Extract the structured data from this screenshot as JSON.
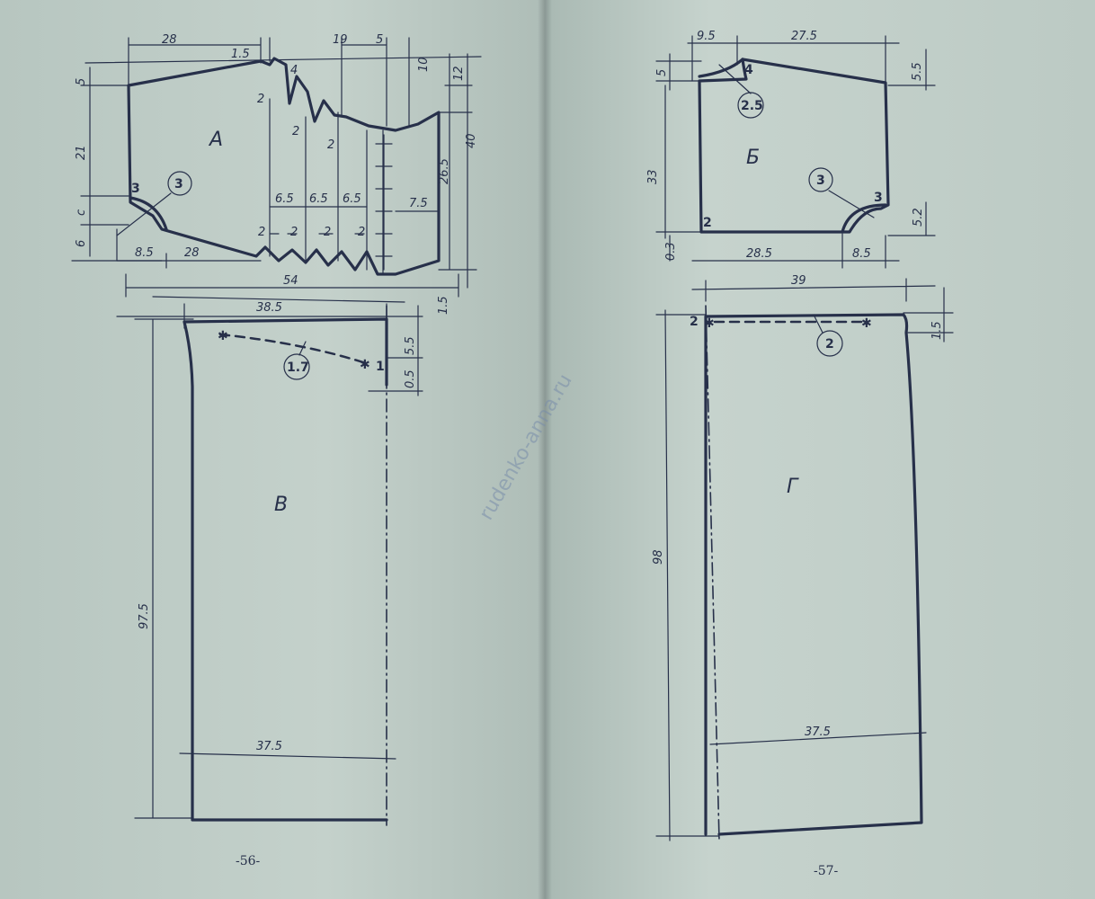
{
  "watermark": "rudenko-anna.ru",
  "pages": {
    "left_number": "-56-",
    "right_number": "-57-"
  },
  "pieces": {
    "A": {
      "letter": "А",
      "dims": {
        "top_left_width": "28",
        "top_small": "1.5",
        "top_mid": "19",
        "top_right": "5",
        "right_10": "10",
        "right_12": "12",
        "right_40": "40",
        "right_26": "26.5",
        "left_5": "5",
        "left_21": "21",
        "left_c": "c",
        "left_6": "6",
        "bottom_8_5": "8.5",
        "bottom_28": "28",
        "bottom_54": "54",
        "bottom_1_5": "1.5",
        "pleat_2a": "2",
        "pleat_2b": "2",
        "pleat_2c": "2",
        "pleat_6_5a": "6.5",
        "pleat_6_5b": "6.5",
        "pleat_6_5c": "6.5",
        "side_7_5": "7.5",
        "bot_2a": "2",
        "bot_2b": "2",
        "bot_2c": "2",
        "bot_2d": "2",
        "corner_3": "3",
        "top_4": "4"
      },
      "circle_label": "3"
    },
    "B": {
      "letter": "Б",
      "dims": {
        "top_9_5": "9.5",
        "top_27_5": "27.5",
        "right_5_5": "5.5",
        "left_5": "5",
        "left_33": "33",
        "right_5_2": "5.2",
        "left_0_3": "0.3",
        "bottom_28_5": "28.5",
        "bottom_8_5": "8.5",
        "corner_4": "4",
        "corner_3": "3",
        "corner_2": "2"
      },
      "circle_top": "2.5",
      "circle_bottom": "3"
    },
    "V": {
      "letter": "В",
      "dims": {
        "top_38_5": "38.5",
        "right_5_5": "5.5",
        "right_0_5": "0.5",
        "left_97_5": "97.5",
        "hem_37_5": "37.5",
        "point_1": "1"
      },
      "circle_label": "1.7"
    },
    "G": {
      "letter": "Г",
      "dims": {
        "top_39": "39",
        "right_1_5": "1.5",
        "left_98": "98",
        "hem_37_5": "37.5",
        "point_2": "2"
      },
      "circle_label": "2"
    }
  },
  "colors": {
    "ink": "#27304a",
    "paper": "#c4d1cb"
  }
}
